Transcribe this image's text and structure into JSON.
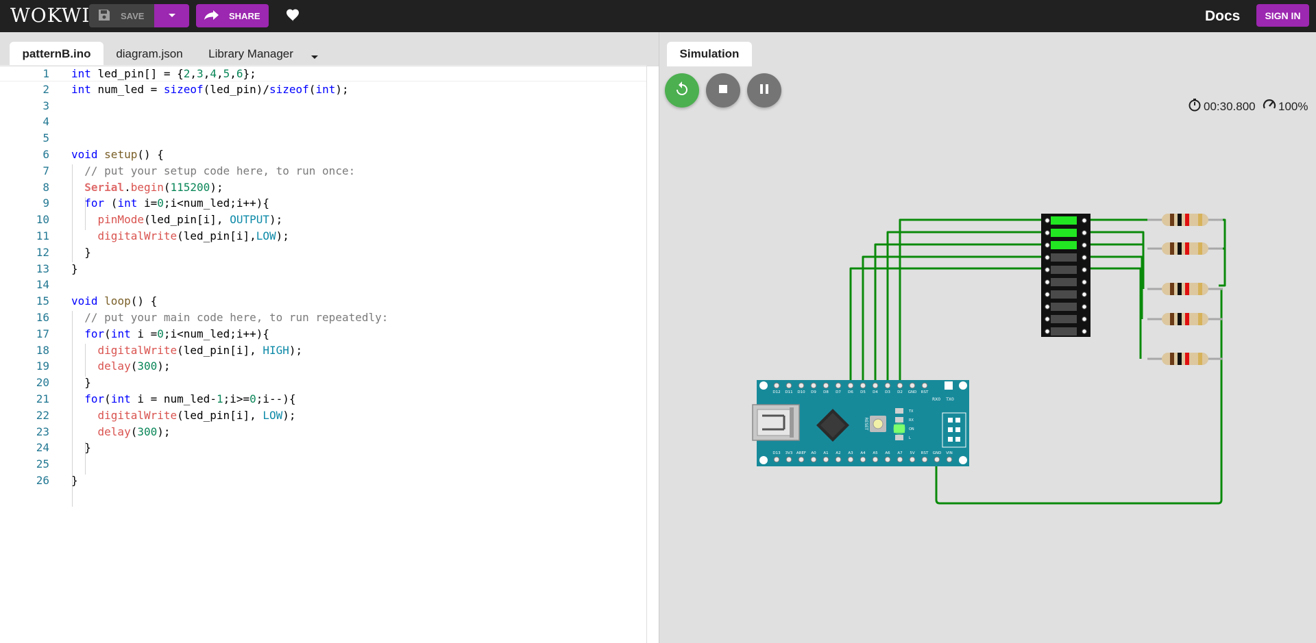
{
  "topbar": {
    "logo": "WOKWI",
    "save_label": "SAVE",
    "share_label": "SHARE",
    "docs_label": "Docs",
    "signin_label": "SIGN IN"
  },
  "editor": {
    "tabs": [
      {
        "label": "patternB.ino",
        "active": true
      },
      {
        "label": "diagram.json",
        "active": false
      },
      {
        "label": "Library Manager",
        "active": false
      }
    ],
    "code_lines": [
      {
        "n": "1",
        "segs": [
          [
            "kw",
            "int"
          ],
          [
            "p",
            " led_pin[] = {"
          ],
          [
            "num",
            "2"
          ],
          [
            "p",
            ","
          ],
          [
            "num",
            "3"
          ],
          [
            "p",
            ","
          ],
          [
            "num",
            "4"
          ],
          [
            "p",
            ","
          ],
          [
            "num",
            "5"
          ],
          [
            "p",
            ","
          ],
          [
            "num",
            "6"
          ],
          [
            "p",
            "};"
          ]
        ]
      },
      {
        "n": "2",
        "segs": [
          [
            "kw",
            "int"
          ],
          [
            "p",
            " num_led = "
          ],
          [
            "kw",
            "sizeof"
          ],
          [
            "p",
            "(led_pin)/"
          ],
          [
            "kw",
            "sizeof"
          ],
          [
            "p",
            "("
          ],
          [
            "kw",
            "int"
          ],
          [
            "p",
            ");"
          ]
        ]
      },
      {
        "n": "3",
        "segs": []
      },
      {
        "n": "4",
        "segs": []
      },
      {
        "n": "5",
        "segs": []
      },
      {
        "n": "6",
        "segs": [
          [
            "kw",
            "void"
          ],
          [
            "p",
            " "
          ],
          [
            "fn",
            "setup"
          ],
          [
            "p",
            "() {"
          ]
        ]
      },
      {
        "n": "7",
        "segs": [
          [
            "p",
            "  "
          ],
          [
            "cm",
            "// put your setup code here, to run once:"
          ]
        ]
      },
      {
        "n": "8",
        "segs": [
          [
            "p",
            "  "
          ],
          [
            "cls",
            "Serial"
          ],
          [
            "p",
            "."
          ],
          [
            "ar",
            "begin"
          ],
          [
            "p",
            "("
          ],
          [
            "num",
            "115200"
          ],
          [
            "p",
            ");"
          ]
        ]
      },
      {
        "n": "9",
        "segs": [
          [
            "p",
            "  "
          ],
          [
            "kw",
            "for"
          ],
          [
            "p",
            " ("
          ],
          [
            "kw",
            "int"
          ],
          [
            "p",
            " i="
          ],
          [
            "num",
            "0"
          ],
          [
            "p",
            ";i<num_led;i++){"
          ]
        ]
      },
      {
        "n": "10",
        "segs": [
          [
            "p",
            "    "
          ],
          [
            "ar",
            "pinMode"
          ],
          [
            "p",
            "(led_pin[i], "
          ],
          [
            "const",
            "OUTPUT"
          ],
          [
            "p",
            ");"
          ]
        ]
      },
      {
        "n": "11",
        "segs": [
          [
            "p",
            "    "
          ],
          [
            "ar",
            "digitalWrite"
          ],
          [
            "p",
            "(led_pin[i],"
          ],
          [
            "const",
            "LOW"
          ],
          [
            "p",
            ");"
          ]
        ]
      },
      {
        "n": "12",
        "segs": [
          [
            "p",
            "  }"
          ]
        ]
      },
      {
        "n": "13",
        "segs": [
          [
            "p",
            "}"
          ]
        ]
      },
      {
        "n": "14",
        "segs": []
      },
      {
        "n": "15",
        "segs": [
          [
            "kw",
            "void"
          ],
          [
            "p",
            " "
          ],
          [
            "fn",
            "loop"
          ],
          [
            "p",
            "() {"
          ]
        ]
      },
      {
        "n": "16",
        "segs": [
          [
            "p",
            "  "
          ],
          [
            "cm",
            "// put your main code here, to run repeatedly:"
          ]
        ]
      },
      {
        "n": "17",
        "segs": [
          [
            "p",
            "  "
          ],
          [
            "kw",
            "for"
          ],
          [
            "p",
            "("
          ],
          [
            "kw",
            "int"
          ],
          [
            "p",
            " i ="
          ],
          [
            "num",
            "0"
          ],
          [
            "p",
            ";i<num_led;i++){"
          ]
        ]
      },
      {
        "n": "18",
        "segs": [
          [
            "p",
            "    "
          ],
          [
            "ar",
            "digitalWrite"
          ],
          [
            "p",
            "(led_pin[i], "
          ],
          [
            "const",
            "HIGH"
          ],
          [
            "p",
            ");"
          ]
        ]
      },
      {
        "n": "19",
        "segs": [
          [
            "p",
            "    "
          ],
          [
            "ar",
            "delay"
          ],
          [
            "p",
            "("
          ],
          [
            "num",
            "300"
          ],
          [
            "p",
            ");"
          ]
        ]
      },
      {
        "n": "20",
        "segs": [
          [
            "p",
            "  }"
          ]
        ]
      },
      {
        "n": "21",
        "segs": [
          [
            "p",
            "  "
          ],
          [
            "kw",
            "for"
          ],
          [
            "p",
            "("
          ],
          [
            "kw",
            "int"
          ],
          [
            "p",
            " i = num_led-"
          ],
          [
            "num",
            "1"
          ],
          [
            "p",
            ";i>="
          ],
          [
            "num",
            "0"
          ],
          [
            "p",
            ";i--){"
          ]
        ]
      },
      {
        "n": "22",
        "segs": [
          [
            "p",
            "    "
          ],
          [
            "ar",
            "digitalWrite"
          ],
          [
            "p",
            "(led_pin[i], "
          ],
          [
            "const",
            "LOW"
          ],
          [
            "p",
            ");"
          ]
        ]
      },
      {
        "n": "23",
        "segs": [
          [
            "p",
            "    "
          ],
          [
            "ar",
            "delay"
          ],
          [
            "p",
            "("
          ],
          [
            "num",
            "300"
          ],
          [
            "p",
            ");"
          ]
        ]
      },
      {
        "n": "24",
        "segs": [
          [
            "p",
            "  }"
          ]
        ]
      },
      {
        "n": "25",
        "segs": []
      },
      {
        "n": "26",
        "segs": [
          [
            "p",
            "}"
          ]
        ]
      }
    ]
  },
  "simulation": {
    "tab_label": "Simulation",
    "timer": "00:30.800",
    "speed": "100%",
    "bar_graph_lit": [
      true,
      true,
      true,
      false,
      false,
      false,
      false,
      false,
      false,
      false
    ],
    "board": {
      "top_pins": [
        "D12",
        "D11",
        "D10",
        "D9",
        "D8",
        "D7",
        "D6",
        "D5",
        "D4",
        "D3",
        "D2",
        "GND",
        "RST"
      ],
      "bottom_pins": [
        "D13",
        "3V3",
        "AREF",
        "A0",
        "A1",
        "A2",
        "A3",
        "A4",
        "A5",
        "A6",
        "A7",
        "5V",
        "RST",
        "GND",
        "VIN"
      ],
      "rx_label": "RX0",
      "tx_label": "TX0",
      "reset_label": "RESET",
      "led_labels": [
        "TX",
        "RX",
        "ON",
        "L"
      ]
    }
  },
  "colors": {
    "accent": "#9c27b0",
    "run": "#4caf50",
    "control": "#757575",
    "wire": "#0a8a0a",
    "board": "#178a9a",
    "led_on": "#22e622",
    "led_off": "#4a4a4a"
  }
}
